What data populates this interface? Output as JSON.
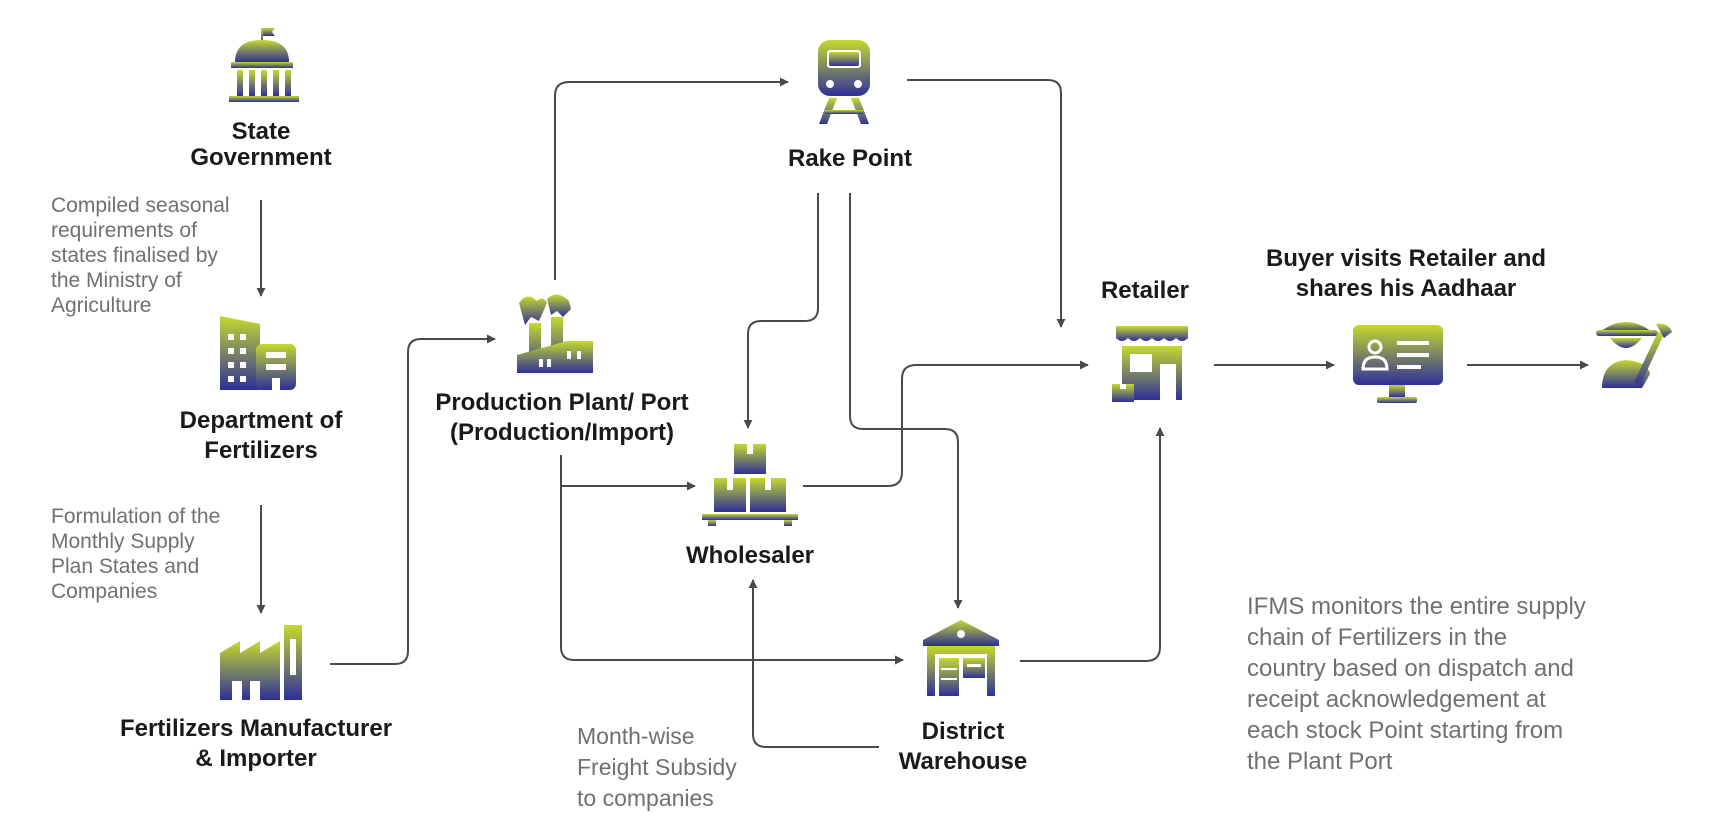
{
  "nodes": {
    "state_government": {
      "label": [
        "State",
        "Government"
      ],
      "icon": "government-building-icon"
    },
    "department": {
      "label": [
        "Department of",
        "Fertilizers"
      ],
      "icon": "office-building-icon"
    },
    "manufacturer": {
      "label": [
        "Fertilizers Manufacturer",
        "& Importer"
      ],
      "icon": "factory-icon"
    },
    "production_plant": {
      "label": [
        "Production Plant/ Port",
        "(Production/Import)"
      ],
      "icon": "plant-smokestack-icon"
    },
    "rake_point": {
      "label": [
        "Rake Point"
      ],
      "icon": "train-icon"
    },
    "wholesaler": {
      "label": [
        "Wholesaler"
      ],
      "icon": "boxes-pallet-icon"
    },
    "district_warehouse": {
      "label": [
        "District",
        "Warehouse"
      ],
      "icon": "warehouse-icon"
    },
    "retailer": {
      "label": [
        "Retailer"
      ],
      "icon": "shop-icon"
    },
    "buyer": {
      "label": [
        "Buyer visits Retailer and",
        "shares his Aadhaar"
      ],
      "icon": "id-card-monitor-icon"
    },
    "farmer": {
      "label": [],
      "icon": "farmer-icon"
    }
  },
  "notes": {
    "compiled": [
      "Compiled seasonal",
      "requirements of",
      "states finalised by",
      "the Ministry of",
      "Agriculture"
    ],
    "formulation": [
      "Formulation of the",
      "Monthly Supply",
      "Plan States and",
      "Companies"
    ],
    "freight": [
      "Month-wise",
      "Freight Subsidy",
      "to companies"
    ],
    "ifms": [
      "IFMS monitors the entire supply",
      "chain of Fertilizers in the",
      "country based on dispatch and",
      "receipt acknowledgement at",
      "each stock Point starting from",
      "the Plant Port"
    ]
  },
  "colors": {
    "gradient_top": "#c5d92d",
    "gradient_bottom": "#2e2f9a",
    "arrow": "#4a4a4a",
    "label": "#1a1a1a",
    "note": "#707070"
  }
}
